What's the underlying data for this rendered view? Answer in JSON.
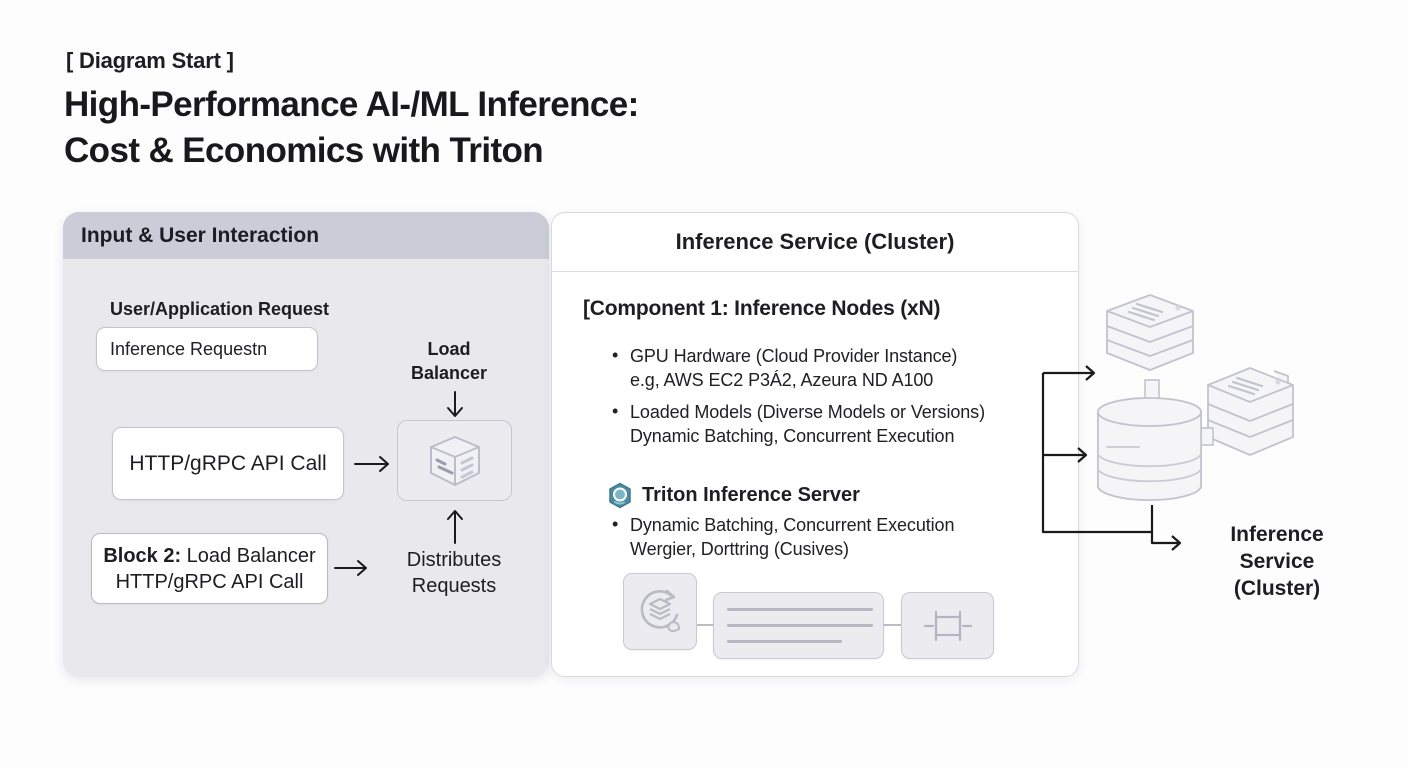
{
  "header": {
    "diagram_start": "[ Diagram Start ]",
    "title_line1": "High-Performance AI-/ML Inference:",
    "title_line2": "Cost & Economics with Triton"
  },
  "input_panel": {
    "header": "Input & User Interaction",
    "user_request_label": "User/Application Request",
    "request_box_text": "Inference Requestn",
    "load_balancer_line1": "Load",
    "load_balancer_line2": "Balancer",
    "http_api_box": "HTTP/gRPC API Call",
    "block2_prefix": "Block 2:",
    "block2_suffix": " Load Balancer",
    "block2_line2": "HTTP/gRPC API Call",
    "distributes_line1": "Distributes",
    "distributes_line2": "Requests"
  },
  "service_panel": {
    "header": "Inference Service (Cluster)",
    "component_heading": "[Component 1: Inference Nodes (xN)",
    "bullets": [
      {
        "line1": "GPU Hardware (Cloud Provider Instance)",
        "line2": "e.g, AWS EC2 P3Á2, Azeura ND A100"
      },
      {
        "line1": "Loaded Models (Diverse Models or Versions)",
        "line2": "Dynamic Batching, Concurrent Execution"
      }
    ],
    "triton_heading": "Triton Inference Server",
    "triton_bullet_line1": "Dynamic Batching, Concurrent Execution",
    "triton_bullet_line2": "Wergier, Dorttring (Cusives)"
  },
  "cluster": {
    "label_line1": "Inference Service",
    "label_line2": "(Cluster)"
  },
  "icons": {
    "load_balancer_box": "cube-icon",
    "triton_logo": "triton-logo-icon",
    "pipeline_step1": "model-sync-icon",
    "pipeline_step2": "request-lines-icon",
    "pipeline_step3": "chip-icon",
    "cluster_top": "server-stack-icon",
    "cluster_middle": "database-cylinder-icon",
    "cluster_right": "server-stack-icon"
  },
  "colors": {
    "panel_bg": "#e9e9ed",
    "panel_header_bg": "#cbccd7",
    "card_bg": "#ffffff",
    "panel_border": "#d9d9df",
    "icon_stroke": "#c2c3cd",
    "icon_fill": "#f5f5f8",
    "arrow": "#1a1a1a",
    "text": "#1d1d22",
    "triton_teal": "#4c8ba1"
  }
}
